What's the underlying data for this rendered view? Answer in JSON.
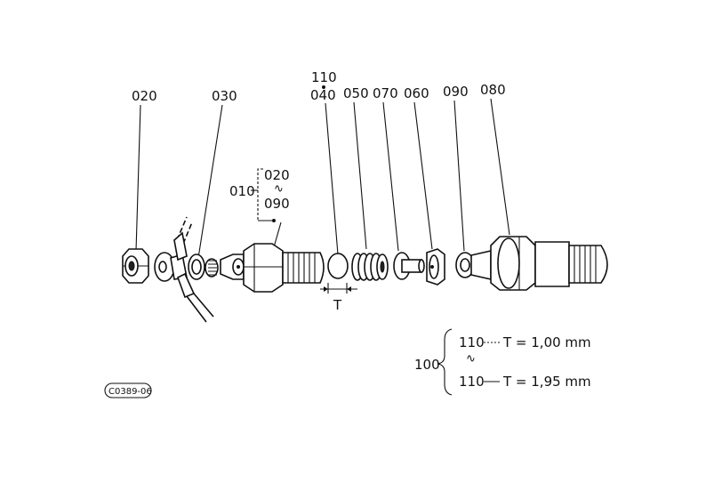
{
  "callouts": {
    "c020": "020",
    "c030": "030",
    "c110": "110",
    "c040": "040",
    "c050": "050",
    "c070": "070",
    "c060": "060",
    "c090": "090",
    "c080": "080"
  },
  "assembly_group": {
    "main": "010",
    "from": "020",
    "to": "090",
    "range_mark": "∿"
  },
  "dimension": {
    "symbol": "T"
  },
  "shim_table": {
    "group": "100",
    "row1_part": "110",
    "row1_value": "T = 1,00 mm",
    "row2_part": "110",
    "row2_value": "T = 1,95 mm",
    "range_mark": "∿"
  },
  "figure_code": "C0389-06"
}
